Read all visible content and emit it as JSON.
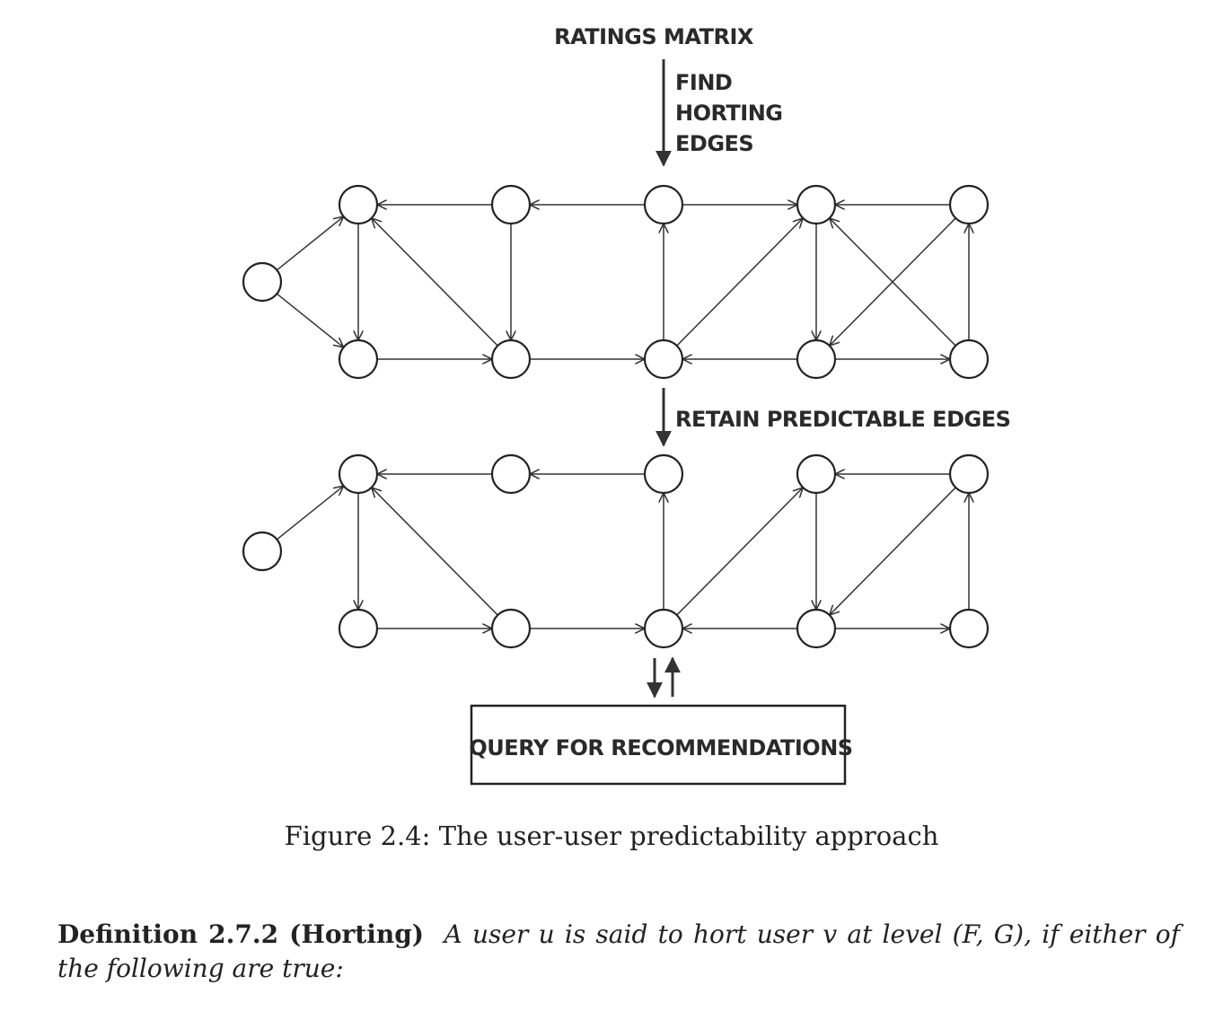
{
  "figure": {
    "labels": {
      "ratings_matrix": "RATINGS MATRIX",
      "find_1": "FIND",
      "find_2": "HORTING",
      "find_3": "EDGES",
      "retain": "RETAIN PREDICTABLE EDGES",
      "query": "QUERY FOR RECOMMENDATIONS"
    },
    "graph1": {
      "nodes": [
        "L",
        "T1",
        "T2",
        "T3",
        "T4",
        "T5",
        "B1",
        "B2",
        "B3",
        "B4",
        "B5"
      ],
      "edges": [
        [
          "L",
          "T1"
        ],
        [
          "L",
          "B1"
        ],
        [
          "T2",
          "T1"
        ],
        [
          "T3",
          "T2"
        ],
        [
          "T3",
          "T4"
        ],
        [
          "T5",
          "T4"
        ],
        [
          "T1",
          "B1"
        ],
        [
          "T2",
          "B2"
        ],
        [
          "B2",
          "T1"
        ],
        [
          "B3",
          "T3"
        ],
        [
          "B3",
          "T4"
        ],
        [
          "T4",
          "B4"
        ],
        [
          "B5",
          "T4"
        ],
        [
          "T5",
          "B4"
        ],
        [
          "B5",
          "T5"
        ],
        [
          "B1",
          "B2"
        ],
        [
          "B2",
          "B3"
        ],
        [
          "B4",
          "B3"
        ],
        [
          "B4",
          "B5"
        ]
      ]
    },
    "graph2": {
      "nodes": [
        "L",
        "T1",
        "T2",
        "T3",
        "T4",
        "T5",
        "B1",
        "B2",
        "B3",
        "B4",
        "B5"
      ],
      "edges": [
        [
          "L",
          "T1"
        ],
        [
          "T2",
          "T1"
        ],
        [
          "T3",
          "T2"
        ],
        [
          "T5",
          "T4"
        ],
        [
          "T1",
          "B1"
        ],
        [
          "B2",
          "T1"
        ],
        [
          "B3",
          "T3"
        ],
        [
          "B3",
          "T4"
        ],
        [
          "T4",
          "B4"
        ],
        [
          "T5",
          "B4"
        ],
        [
          "B5",
          "T5"
        ],
        [
          "B1",
          "B2"
        ],
        [
          "B2",
          "B3"
        ],
        [
          "B4",
          "B3"
        ],
        [
          "B4",
          "B5"
        ]
      ]
    }
  },
  "caption": "Figure 2.4: The user-user predictability approach",
  "definition": {
    "heading": "Definition 2.7.2 (Horting)",
    "body": "A user u is said to hort user v at level (F, G), if either of the following are true:"
  }
}
